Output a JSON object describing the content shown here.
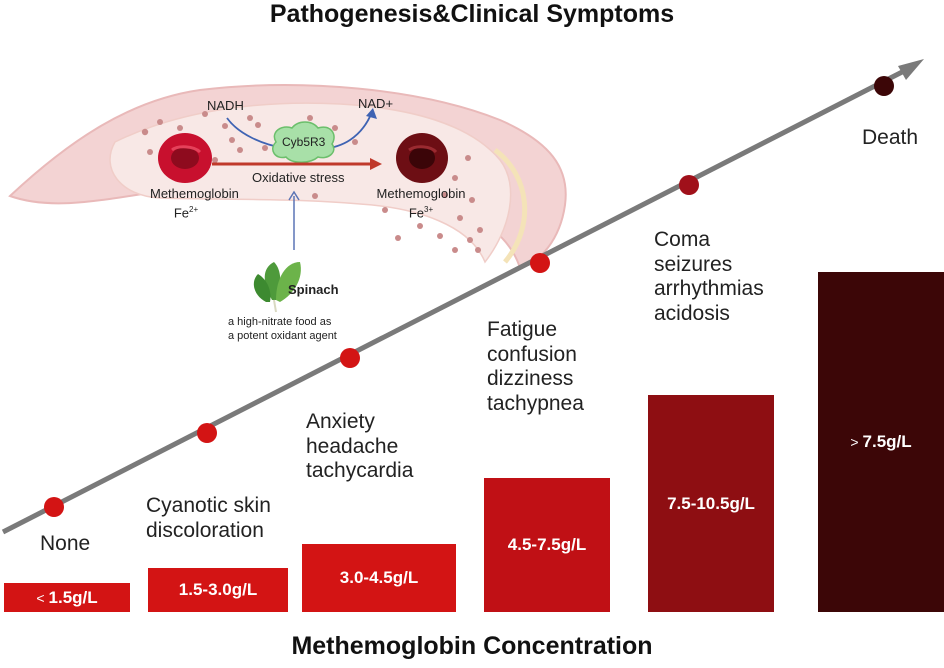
{
  "title_top": "Pathogenesis&Clinical Symptoms",
  "title_bottom": "Methemoglobin Concentration",
  "stages": [
    {
      "range": "1.5g/L",
      "prefix": "<",
      "symptoms": [
        "None"
      ],
      "color": "#d31414"
    },
    {
      "range": "1.5-3.0g/L",
      "prefix": "",
      "symptoms": [
        "Cyanotic skin",
        "discoloration"
      ],
      "color": "#d31414"
    },
    {
      "range": "3.0-4.5g/L",
      "prefix": "",
      "symptoms": [
        "Anxiety",
        "headache",
        "tachycardia"
      ],
      "color": "#d31414"
    },
    {
      "range": "4.5-7.5g/L",
      "prefix": "",
      "symptoms": [
        "Fatigue",
        "confusion",
        "dizziness",
        "tachypnea"
      ],
      "color": "#c01015"
    },
    {
      "range": "7.5-10.5g/L",
      "prefix": "",
      "symptoms": [
        "Coma",
        "seizures",
        "arrhythmias",
        "acidosis"
      ],
      "color": "#8e0e12"
    },
    {
      "range": "7.5g/L",
      "prefix": ">",
      "symptoms": [
        "Death"
      ],
      "color": "#3c0607"
    }
  ],
  "vessel": {
    "nadh": "NADH",
    "nad": "NAD+",
    "enzyme": "Cyb5R3",
    "stress": "Oxidative stress",
    "mhb_left": "Methemoglobin",
    "fe_left": "Fe",
    "fe_left_sup": "2+",
    "mhb_right": "Methemoglobin",
    "fe_right": "Fe",
    "fe_right_sup": "3+",
    "spinach": "Spinach",
    "note_line1": "a high-nitrate food as",
    "note_line2": "a potent oxidant agent"
  },
  "colors": {
    "arrow": "#7a7a7a",
    "dot_low": "#d31414",
    "dot_mid": "#a0101a",
    "dot_high": "#3c0607"
  }
}
